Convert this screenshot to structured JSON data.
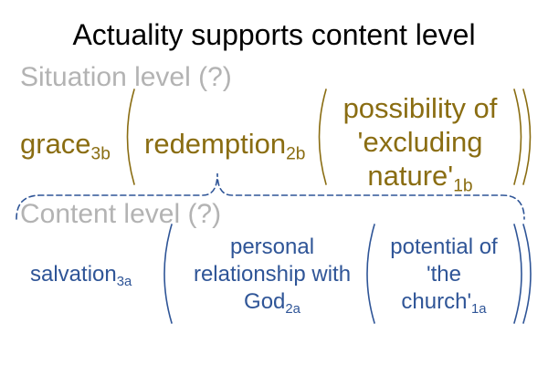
{
  "title": "Actuality supports content level",
  "situation_level": {
    "label": "Situation level (?)",
    "term_3b": {
      "text": "grace",
      "sub": "3b"
    },
    "term_2b": {
      "text": "redemption",
      "sub": "2b"
    },
    "term_1b": {
      "line1": "possibility of",
      "line2": "'excluding",
      "line3": "nature'",
      "sub": "1b"
    },
    "color": "#8a6d12"
  },
  "content_level": {
    "label": "Content level (?)",
    "term_3a": {
      "text": "salvation",
      "sub": "3a"
    },
    "term_2a": {
      "line1": "personal",
      "line2": "relationship with",
      "line3": "God",
      "sub": "2a"
    },
    "term_1a": {
      "line1": "potential of",
      "line2": "'the",
      "line3": "church'",
      "sub": "1a"
    },
    "color": "#2f5597"
  },
  "connector": {
    "style": "dashed brace",
    "color": "#2f5597"
  }
}
